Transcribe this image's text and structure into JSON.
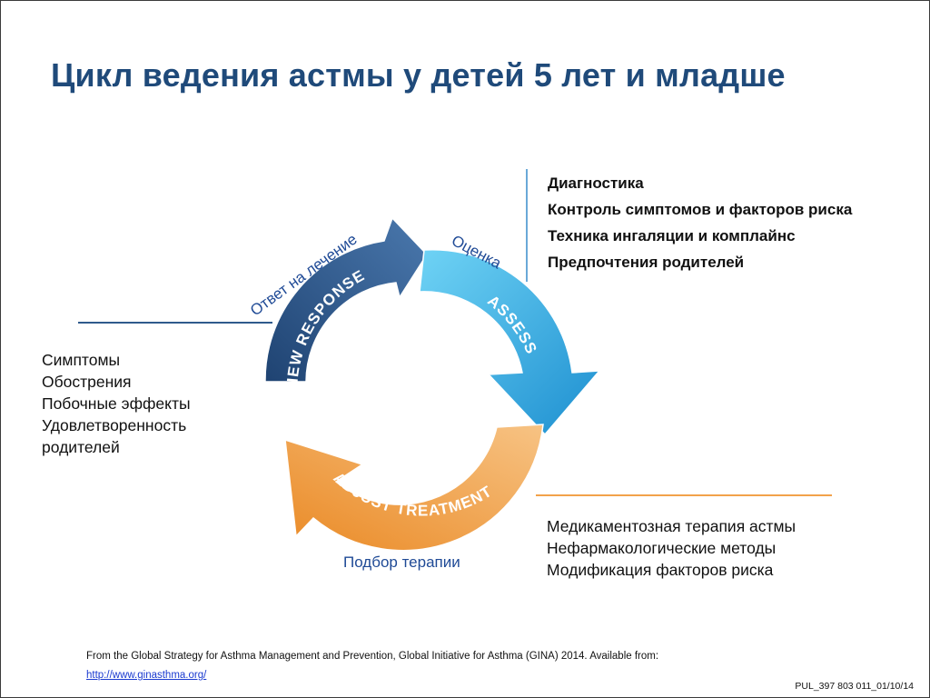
{
  "title": "Цикл ведения астмы у детей 5 лет и младше",
  "cycle": {
    "review": {
      "en": "REVIEW RESPONSE",
      "ru": "Ответ на лечение",
      "color": "#2f5a8c"
    },
    "assess": {
      "en": "ASSESS",
      "ru": "Оценка",
      "color": "#2aa6de"
    },
    "adjust": {
      "en": "ADJUST TREATMENT",
      "ru": "Подбор терапии",
      "color": "#f2a24a"
    }
  },
  "assess_items": [
    "Диагностика",
    "Контроль симптомов и факторов риска",
    "Техника ингаляции и комплайнс",
    "Предпочтения родителей"
  ],
  "review_items": [
    "Симптомы",
    "Обострения",
    "Побочные эффекты",
    "Удовлетворенность родителей"
  ],
  "adjust_items": [
    "Медикаментозная терапия астмы",
    "Нефармакологические методы",
    "Модификация факторов риска"
  ],
  "footer": {
    "source": "From the Global Strategy for Asthma Management and Prevention, Global Initiative for Asthma (GINA) 2014. Available from:",
    "link": "http://www.ginasthma.org/",
    "code": "PUL_397 803 011_01/10/14"
  }
}
